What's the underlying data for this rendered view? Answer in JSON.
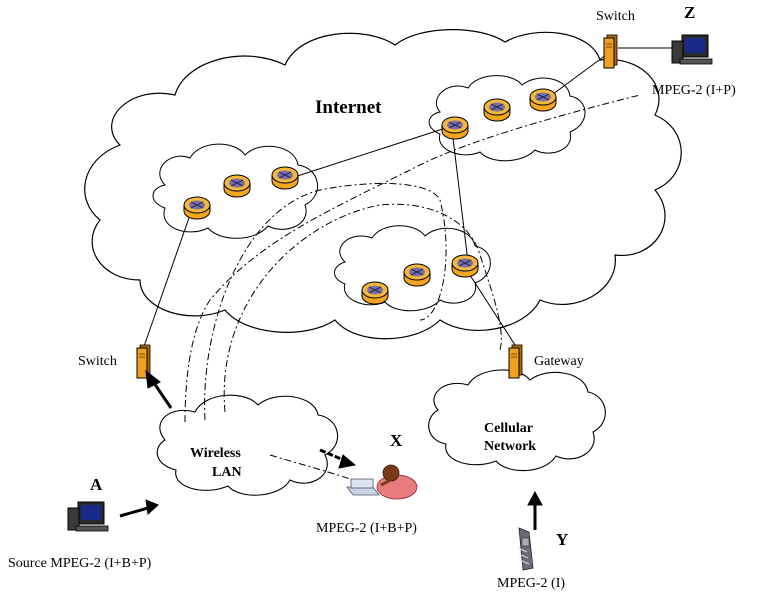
{
  "labels": {
    "internet": "Internet",
    "wireless_lan_line1": "Wireless",
    "wireless_lan_line2": "LAN",
    "cellular_line1": "Cellular",
    "cellular_line2": "Network",
    "switch_top": "Switch",
    "switch_left": "Switch",
    "gateway": "Gateway",
    "node_z": "Z",
    "node_a": "A",
    "node_x": "X",
    "node_y": "Y",
    "mpeg_z": "MPEG-2 (I+P)",
    "mpeg_x": "MPEG-2 (I+B+P)",
    "mpeg_y": "MPEG-2 (I)",
    "source_a": "Source MPEG-2 (I+B+P)"
  },
  "icons": {
    "router": "router-icon",
    "switch": "switch-icon",
    "computer": "desktop-computer-icon",
    "laptop_user": "laptop-user-icon",
    "mobile_phone": "mobile-phone-icon"
  },
  "colors": {
    "router_fill": "#F2A51E",
    "router_top": "#7A6FA8",
    "switch_fill": "#F0A020",
    "monitor_screen": "#1A2A8A",
    "line": "#000000"
  }
}
